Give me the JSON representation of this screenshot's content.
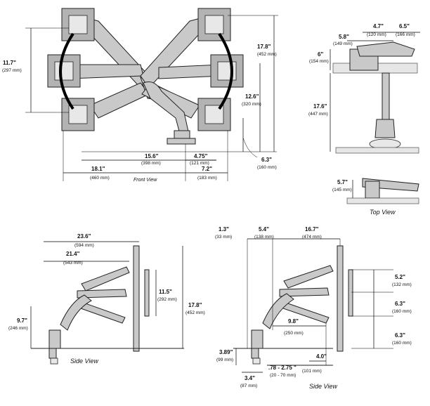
{
  "front_view": {
    "caption": "Front View",
    "dims": {
      "height_left": "11.7\"",
      "height_left_mm": "(297 mm)",
      "height_right": "17.8\"",
      "height_right_mm": "(452 mm)",
      "mid_right": "12.6\"",
      "mid_right_mm": "(320 mm)",
      "base_height": "6.3\"",
      "base_height_mm": "(160 mm)",
      "span_inner": "15.6\"",
      "span_inner_mm": "(398 mm)",
      "offset": "4.75\"",
      "offset_mm": "(121 mm)",
      "width_left": "18.1\"",
      "width_left_mm": "(460 mm)",
      "width_right": "7.2\"",
      "width_right_mm": "(183 mm)"
    }
  },
  "top_view": {
    "caption": "Top View",
    "dims": {
      "a": "4.7\"",
      "a_mm": "(120 mm)",
      "b": "6.5\"",
      "b_mm": "(166 mm)",
      "c": "5.8\"",
      "c_mm": "(149 mm)",
      "d": "6\"",
      "d_mm": "(154 mm)",
      "e": "17.6\"",
      "e_mm": "(447 mm)",
      "f": "5.7\"",
      "f_mm": "(145 mm)"
    }
  },
  "side_view_left": {
    "caption": "Side View",
    "dims": {
      "reach": "23.6\"",
      "reach_mm": "(594 mm)",
      "reach2": "21.4\"",
      "reach2_mm": "(543 mm)",
      "monitor": "11.5\"",
      "monitor_mm": "(292 mm)",
      "total": "17.8\"",
      "total_mm": "(452 mm)",
      "low": "9.7\"",
      "low_mm": "(246 mm)"
    }
  },
  "side_view_right": {
    "caption": "Side View",
    "dims": {
      "a": "1.3\"",
      "a_mm": "(33 mm)",
      "b": "5.4\"",
      "b_mm": "(138 mm)",
      "c": "16.7\"",
      "c_mm": "(474 mm)",
      "d": "5.2\"",
      "d_mm": "(132 mm)",
      "e": "6.3\"",
      "e_mm": "(160 mm)",
      "f": "9.8\"",
      "f_mm": "(250 mm)",
      "g": "6.3\"",
      "g_mm": "(160 mm)",
      "h": "4.0\"",
      "h_mm": "(101 mm)",
      "i": "3.89\"",
      "i_mm": "(99 mm)",
      "j": "3.4\"",
      "j_mm": "(87 mm)",
      "k": ".78 - 2.75 \"",
      "k_mm": "(20 - 70 mm)"
    }
  }
}
